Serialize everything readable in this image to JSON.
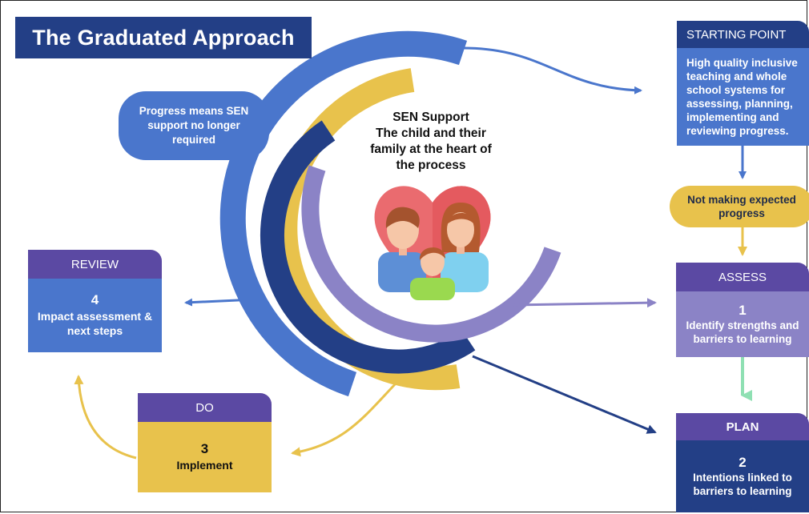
{
  "title": "The Graduated Approach",
  "center": {
    "line1": "SEN Support",
    "line2": "The child and their",
    "line3": "family at the heart of",
    "line4": "the process"
  },
  "progress_pill": "Progress means SEN support no longer required",
  "starting_point": {
    "header": "STARTING POINT",
    "body": "High quality inclusive teaching and whole school systems for assessing, planning, implementing and reviewing progress."
  },
  "not_making_progress": "Not making expected progress",
  "assess": {
    "header": "ASSESS",
    "number": "1",
    "body": "Identify strengths and barriers to learning"
  },
  "plan": {
    "header": "PLAN",
    "number": "2",
    "body": "Intentions linked to barriers to learning"
  },
  "do": {
    "header": "DO",
    "number": "3",
    "body": "Implement"
  },
  "review": {
    "header": "REVIEW",
    "number": "4",
    "body": "Impact assessment & next steps"
  },
  "colors": {
    "navy": "#233f86",
    "blue": "#4a76cc",
    "yellow": "#e8c24c",
    "purple": "#5b49a3",
    "lavender": "#8b83c6",
    "mint": "#8fe0b3"
  },
  "icons": {
    "family": "family-heart-icon"
  }
}
